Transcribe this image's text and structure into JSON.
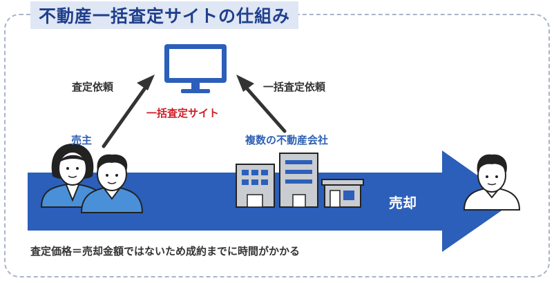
{
  "title": "不動産一括査定サイトの仕組み",
  "labels": {
    "request_left": "査定依頼",
    "request_right": "一括査定依頼",
    "site": "一括査定サイト",
    "seller": "売主",
    "companies": "複数の不動産会社",
    "sale": "売却",
    "note": "査定価格＝売却金額ではないため成約までに時間がかかる"
  },
  "colors": {
    "title_text": "#1f3f8c",
    "title_bg": "#dfe6f4",
    "arrow_band": "#2b5fba",
    "accent_red": "#d01d26",
    "label_blue": "#2d5fb5",
    "person_fill": "#4a90d9",
    "building": "#c9ccd1"
  },
  "icons": [
    "computer-monitor-icon",
    "seller-couple-icon",
    "building-icons",
    "buyer-person-icon"
  ]
}
